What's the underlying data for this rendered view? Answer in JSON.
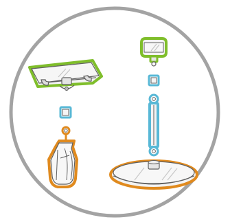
{
  "colors": {
    "background": "#ffffff",
    "circle_border": "#a3a3a3",
    "line_art": "#5f5f5f",
    "part_fill": "#f3f3f3",
    "green_outline": "#7fbe2b",
    "blue_outline": "#58b8d6",
    "orange_outline": "#e08a1e"
  },
  "parts": [
    {
      "id": "shelf-bracket",
      "highlight": "green"
    },
    {
      "id": "connector-square-left",
      "highlight": "blue"
    },
    {
      "id": "hanging-clip-hook",
      "highlight": "orange"
    },
    {
      "id": "sign-clip-head",
      "highlight": "green"
    },
    {
      "id": "connector-square-right",
      "highlight": "blue"
    },
    {
      "id": "extension-pole",
      "highlight": "blue"
    },
    {
      "id": "round-base-plate",
      "highlight": "orange"
    }
  ]
}
